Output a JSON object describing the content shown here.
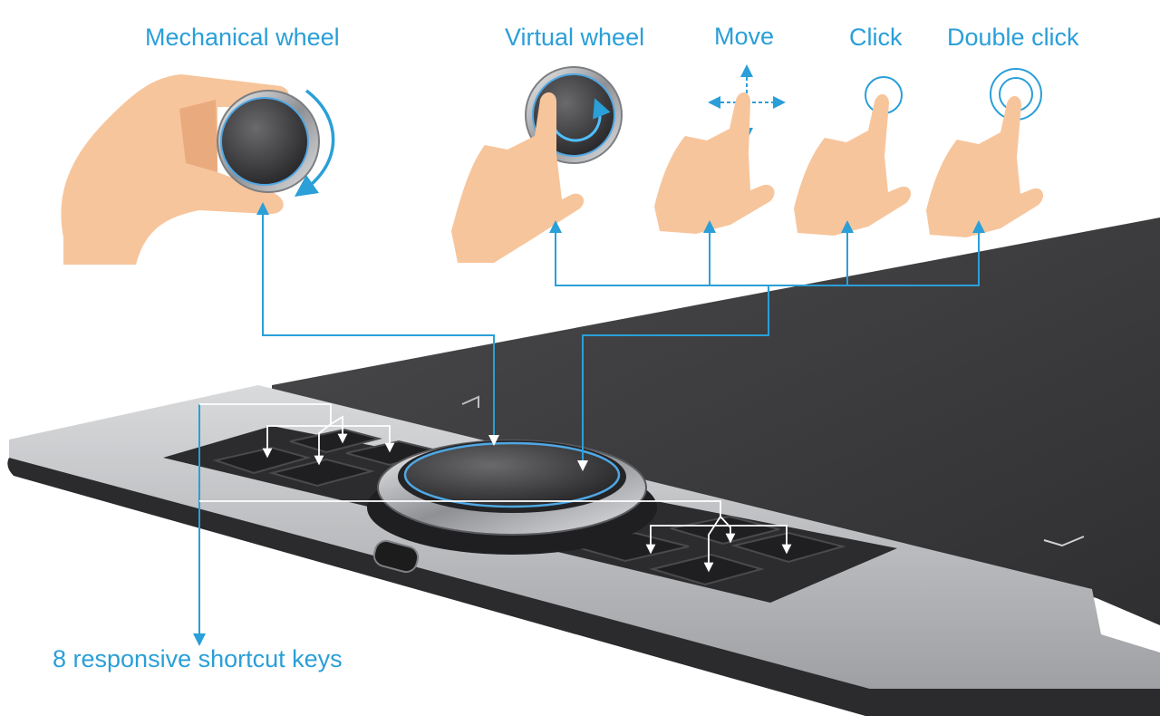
{
  "labels": {
    "mechanical_wheel": "Mechanical wheel",
    "virtual_wheel": "Virtual wheel",
    "move": "Move",
    "click": "Click",
    "double_click": "Double click",
    "shortcut_keys": "8 responsive shortcut keys"
  },
  "colors": {
    "accent": "#2a9fd8",
    "skin": "#f7c59c",
    "skin_shadow": "#e9ab7e",
    "tablet_surface": "#3e3e40",
    "tablet_frame": "#b9bbbe",
    "key_base": "#2c2c2e"
  }
}
